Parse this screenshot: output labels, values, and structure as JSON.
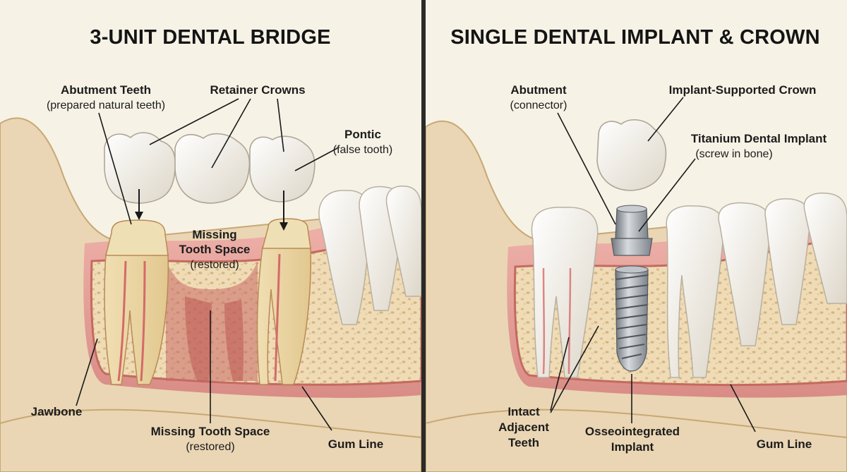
{
  "panels": {
    "bridge": {
      "title": "3-UNIT DENTAL BRIDGE",
      "labels": {
        "abutment_teeth": "Abutment Teeth",
        "abutment_teeth_sub": "(prepared natural teeth)",
        "retainer_crowns": "Retainer Crowns",
        "pontic": "Pontic",
        "pontic_sub": "(false tooth)",
        "missing_line1": "Missing",
        "missing_line2": "Tooth Space",
        "missing_sub": "(restored)",
        "jawbone": "Jawbone",
        "missing_bottom": "Missing Tooth Space",
        "missing_bottom_sub": "(restored)",
        "gum_line": "Gum Line"
      }
    },
    "implant": {
      "title": "SINGLE DENTAL IMPLANT & CROWN",
      "labels": {
        "abutment": "Abutment",
        "abutment_sub": "(connector)",
        "implant_crown": "Implant-Supported Crown",
        "titanium": "Titanium Dental Implant",
        "titanium_sub": "(screw in bone)",
        "intact_1": "Intact",
        "intact_2": "Adjacent",
        "intact_3": "Teeth",
        "osseo_1": "Osseointegrated",
        "osseo_2": "Implant",
        "gum_line": "Gum Line"
      }
    }
  },
  "colors": {
    "bone": "#ead6b4",
    "gum": "#e9a7a0",
    "tooth": "#f3efe7",
    "pulp": "#d46a6a",
    "titanium": "#9aa0a6",
    "background": "#f6f2e6"
  }
}
